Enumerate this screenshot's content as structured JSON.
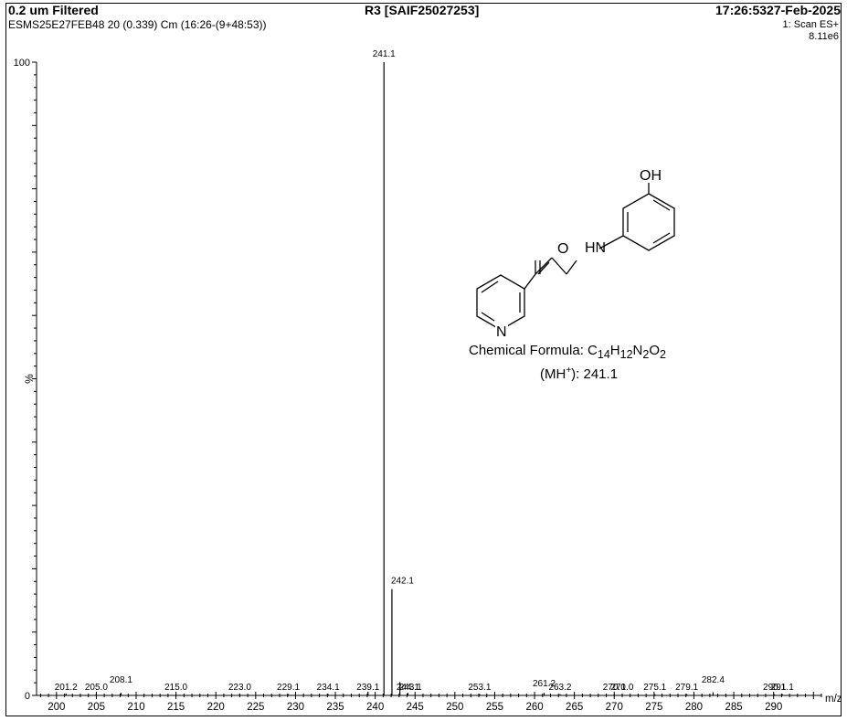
{
  "header": {
    "title_left": "0.2 um Filtered",
    "title_center": "R3 [SAIF25027253]",
    "title_right": "17:26:5327-Feb-2025",
    "sample_line": "ESMS25E27FEB48 20 (0.339) Cm (16:26-(9+48:53))",
    "scan_mode": "1: Scan ES+",
    "intensity": "8.11e6"
  },
  "structure": {
    "atoms": {
      "oh": "OH",
      "hn": "HN",
      "o": "O",
      "n": "N"
    },
    "formula_prefix": "Chemical Formula: ",
    "formula_parts": [
      {
        "text": "C",
        "sub": "14"
      },
      {
        "text": "H",
        "sub": "12"
      },
      {
        "text": "N",
        "sub": "2"
      },
      {
        "text": "O",
        "sub": "2"
      }
    ],
    "mh_prefix": "(MH",
    "mh_sup": "+",
    "mh_suffix": "): 241.1"
  },
  "chart_data": {
    "type": "bar",
    "title": "",
    "xlabel": "m/z",
    "ylabel": "%",
    "xlim": [
      197.5,
      296
    ],
    "ylim": [
      0,
      100
    ],
    "x_ticks": [
      200,
      205,
      210,
      215,
      220,
      225,
      230,
      235,
      240,
      245,
      250,
      255,
      260,
      265,
      270,
      275,
      280,
      285,
      290
    ],
    "y_tick_labels": [
      "0",
      "100"
    ],
    "peaks": [
      {
        "mz": 201.2,
        "intensity": 0.3,
        "label": "201.2"
      },
      {
        "mz": 205.0,
        "intensity": 0.3,
        "label": "205.0"
      },
      {
        "mz": 208.1,
        "intensity": 0.4,
        "label": "208.1"
      },
      {
        "mz": 215.0,
        "intensity": 0.2,
        "label": "215.0"
      },
      {
        "mz": 223.0,
        "intensity": 0.3,
        "label": "223.0"
      },
      {
        "mz": 229.1,
        "intensity": 0.2,
        "label": "229.1"
      },
      {
        "mz": 234.1,
        "intensity": 0.2,
        "label": "234.1"
      },
      {
        "mz": 239.1,
        "intensity": 0.6,
        "label": "239.1"
      },
      {
        "mz": 241.1,
        "intensity": 100,
        "label": "241.1"
      },
      {
        "mz": 242.1,
        "intensity": 16.8,
        "label": "242.1"
      },
      {
        "mz": 243.1,
        "intensity": 2.1,
        "label": "243.1"
      },
      {
        "mz": 244.1,
        "intensity": 0.4,
        "label": "244.1"
      },
      {
        "mz": 253.1,
        "intensity": 0.2,
        "label": "253.1"
      },
      {
        "mz": 261.2,
        "intensity": 0.4,
        "label": "261.2"
      },
      {
        "mz": 263.2,
        "intensity": 0.2,
        "label": "263.2"
      },
      {
        "mz": 270.0,
        "intensity": 0.2,
        "label": "270.0"
      },
      {
        "mz": 271.0,
        "intensity": 0.2,
        "label": "271.0"
      },
      {
        "mz": 275.1,
        "intensity": 0.2,
        "label": "275.1"
      },
      {
        "mz": 279.1,
        "intensity": 0.2,
        "label": "279.1"
      },
      {
        "mz": 282.4,
        "intensity": 0.5,
        "label": "282.4"
      },
      {
        "mz": 290.1,
        "intensity": 0.2,
        "label": "290.1"
      },
      {
        "mz": 291.1,
        "intensity": 0.2,
        "label": "291.1"
      }
    ],
    "grid": false,
    "legend": "none"
  }
}
